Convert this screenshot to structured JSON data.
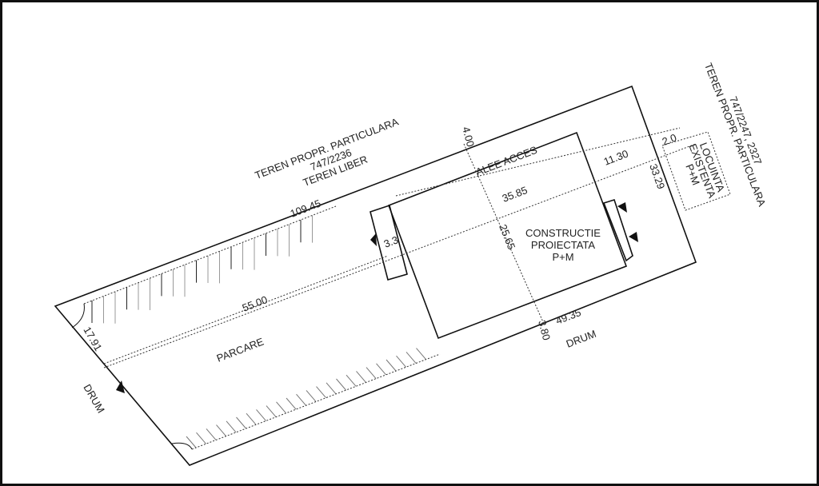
{
  "neighbors": {
    "north_west": {
      "line1": "TEREN PROPR. PARTICULARA",
      "line2": "747/2236",
      "line3": "TEREN LIBER"
    },
    "north_east": {
      "line1": "TEREN PROPR. PARTICULARA",
      "line2": "747/2247, 2327"
    }
  },
  "existing_house": {
    "line1": "LOCUINTA",
    "line2": "EXISTENTA",
    "line3": "P+M"
  },
  "building": {
    "line1": "CONSTRUCTIE",
    "line2": "PROIECTATA",
    "line3": "P+M"
  },
  "labels": {
    "access": "ALEE ACCES",
    "parking": "PARCARE",
    "road_south": "DRUM",
    "road_west": "DRUM"
  },
  "dimensions": {
    "top_length": "109.45",
    "parking_length": "55.00",
    "left_width": "17.91",
    "access_width": "4.00",
    "building_length": "35.85",
    "building_width": "25.65",
    "side_gap_left": "3.3",
    "side_gap_right": "11.30",
    "house_offset": "2.0",
    "right_width": "33.29",
    "bottom_segment": "49.35",
    "bottom_gap": "3.80"
  }
}
